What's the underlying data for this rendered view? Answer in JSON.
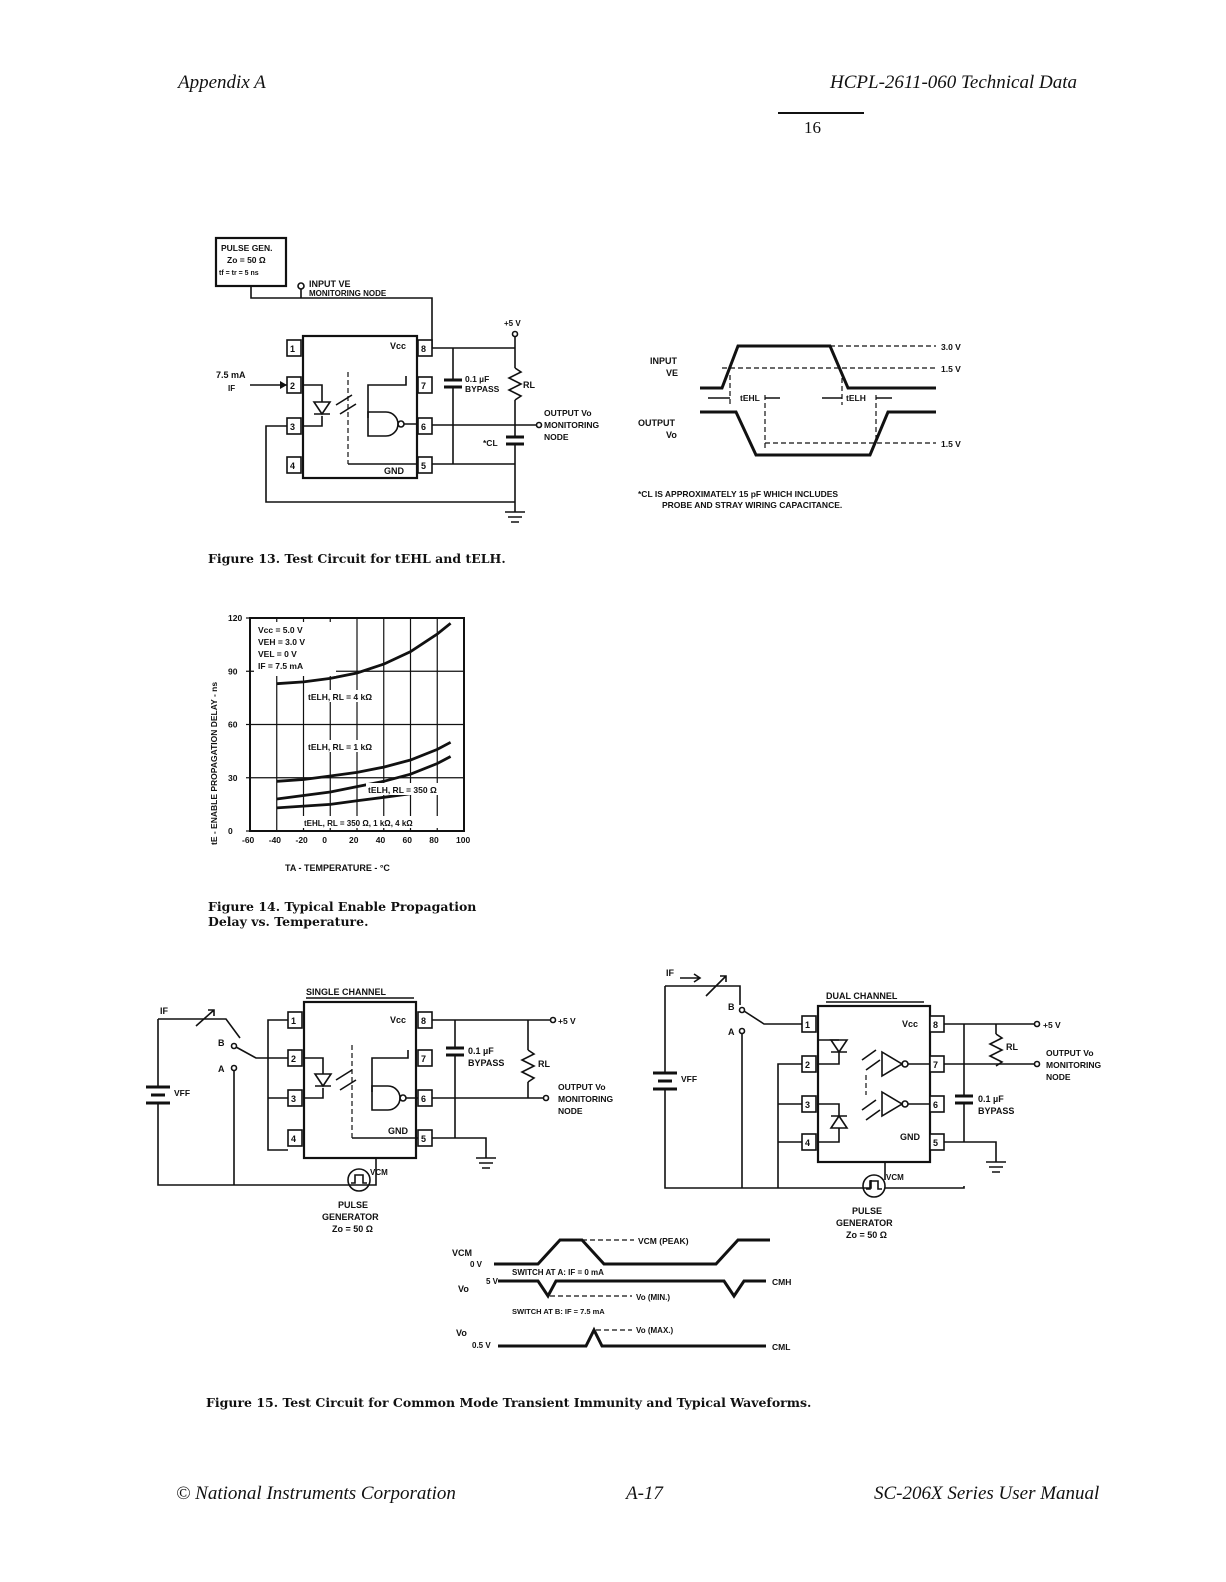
{
  "header": {
    "left": "Appendix A",
    "right": "HCPL-2611-060 Technical Data",
    "page_number": "16"
  },
  "fig13": {
    "pulse_gen": [
      "PULSE GEN.",
      "Zo = 50 Ω",
      "tf = tr = 5 ns"
    ],
    "input_node": [
      "INPUT VE",
      "MONITORING NODE"
    ],
    "supply": "+5 V",
    "vcc": "Vcc",
    "gnd": "GND",
    "if_current": [
      "7.5 mA",
      "IF"
    ],
    "bypass": [
      "0.1 µF",
      "BYPASS"
    ],
    "rl": "RL",
    "output_node": [
      "OUTPUT Vo",
      "MONITORING",
      "NODE"
    ],
    "cl": "*CL",
    "pins_left": [
      "1",
      "2",
      "3",
      "4"
    ],
    "pins_right": [
      "8",
      "7",
      "6",
      "5"
    ],
    "wave": {
      "input_label": [
        "INPUT",
        "VE"
      ],
      "output_label": [
        "OUTPUT",
        "Vo"
      ],
      "level_30": "3.0 V",
      "level_15a": "1.5 V",
      "level_15b": "1.5 V",
      "tehl": "tEHL",
      "telh": "tELH"
    },
    "note": [
      "*CL IS APPROXIMATELY 15 pF WHICH INCLUDES",
      "PROBE AND STRAY WIRING CAPACITANCE."
    ],
    "caption": "Figure 13. Test Circuit for tEHL and tELH."
  },
  "fig14": {
    "ylabel": "tE - ENABLE PROPAGATION DELAY - ns",
    "xlabel": "TA - TEMPERATURE - °C",
    "yticks": [
      "120",
      "90",
      "60",
      "30",
      "0"
    ],
    "xticks": [
      "-60",
      "-40",
      "-20",
      "0",
      "20",
      "40",
      "60",
      "80",
      "100"
    ],
    "conditions": [
      "Vcc = 5.0 V",
      "VEH = 3.0 V",
      "VEL = 0 V",
      "IF = 7.5 mA"
    ],
    "curve_labels": [
      "tELH, RL = 4 kΩ",
      "tELH, RL = 1 kΩ",
      "tELH, RL = 350 Ω",
      "tEHL, RL = 350 Ω, 1 kΩ, 4 kΩ"
    ],
    "caption": [
      "Figure 14. Typical Enable Propagation",
      "Delay vs. Temperature."
    ]
  },
  "chart_data": {
    "type": "line",
    "xlabel": "TA - TEMPERATURE - °C",
    "ylabel": "tE - ENABLE PROPAGATION DELAY - ns",
    "xlim": [
      -60,
      100
    ],
    "ylim": [
      0,
      120
    ],
    "grid": true,
    "series": [
      {
        "name": "tELH, RL = 4 kΩ",
        "x": [
          -40,
          -20,
          0,
          20,
          40,
          60,
          80,
          90
        ],
        "y": [
          83,
          84,
          86,
          89,
          94,
          101,
          111,
          117
        ]
      },
      {
        "name": "tELH, RL = 1 kΩ",
        "x": [
          -40,
          -20,
          0,
          20,
          40,
          60,
          80,
          90
        ],
        "y": [
          28,
          29,
          31,
          33,
          36,
          40,
          46,
          50
        ]
      },
      {
        "name": "tELH, RL = 350 Ω",
        "x": [
          -40,
          -20,
          0,
          20,
          40,
          60,
          80,
          90
        ],
        "y": [
          18,
          20,
          22,
          25,
          28,
          32,
          38,
          42
        ]
      },
      {
        "name": "tEHL, RL = 350 Ω, 1 kΩ, 4 kΩ",
        "x": [
          -40,
          -20,
          0,
          20,
          40,
          60,
          80,
          90
        ],
        "y": [
          13,
          14,
          15,
          17,
          19,
          21,
          23,
          24
        ]
      }
    ]
  },
  "fig15": {
    "single_title": "SINGLE CHANNEL",
    "dual_title": "DUAL CHANNEL",
    "if": "IF",
    "b": "B",
    "a": "A",
    "vff": "VFF",
    "vcc": "Vcc",
    "gnd": "GND",
    "supply": "+5 V",
    "bypass": [
      "0.1 µF",
      "BYPASS"
    ],
    "rl": "RL",
    "output_node": [
      "OUTPUT Vo",
      "MONITORING",
      "NODE"
    ],
    "vcm": "VCM",
    "pulse_gen": [
      "PULSE",
      "GENERATOR",
      "Zo = 50 Ω"
    ],
    "wave": {
      "vcm": "VCM",
      "vo1": "Vo",
      "vo2": "Vo",
      "ov": "0 V",
      "fivev": "5 V",
      "halfv": "0.5 V",
      "vcm_peak": "VCM (PEAK)",
      "switch_a": "SWITCH AT A:  IF = 0 mA",
      "switch_b": "SWITCH AT B:  IF = 7.5 mA",
      "vo_min": "Vo (MIN.)",
      "vo_max": "Vo (MAX.)",
      "cmh": "CMH",
      "cml": "CML"
    },
    "caption": "Figure 15. Test Circuit for Common Mode Transient Immunity and Typical Waveforms."
  },
  "footer": {
    "left": "© National Instruments Corporation",
    "center": "A-17",
    "right": "SC-206X Series User Manual"
  }
}
